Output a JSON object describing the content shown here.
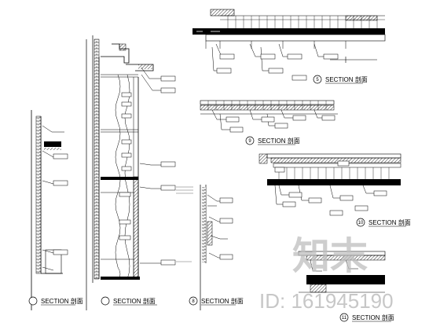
{
  "sections": [
    {
      "id": "sec-left",
      "number": "",
      "title": "SECTION 剖面"
    },
    {
      "id": "sec-mid",
      "number": "",
      "title": "SECTION 剖面"
    },
    {
      "id": "sec-center",
      "number": "8",
      "title": "SECTION 剖面"
    },
    {
      "id": "sec-top",
      "number": "5",
      "title": "SECTION 剖面"
    },
    {
      "id": "sec-9",
      "number": "9",
      "title": "SECTION 剖面"
    },
    {
      "id": "sec-10",
      "number": "10",
      "title": "SECTION 剖面"
    },
    {
      "id": "sec-11",
      "number": "11",
      "title": "SECTION 剖面"
    }
  ],
  "watermark": {
    "logo_text": "知末",
    "id_label": "ID: 161945190"
  },
  "colors": {
    "line": "#000000",
    "hatch": "#333333",
    "watermark": "#bdbdbd",
    "background": "#ffffff"
  }
}
